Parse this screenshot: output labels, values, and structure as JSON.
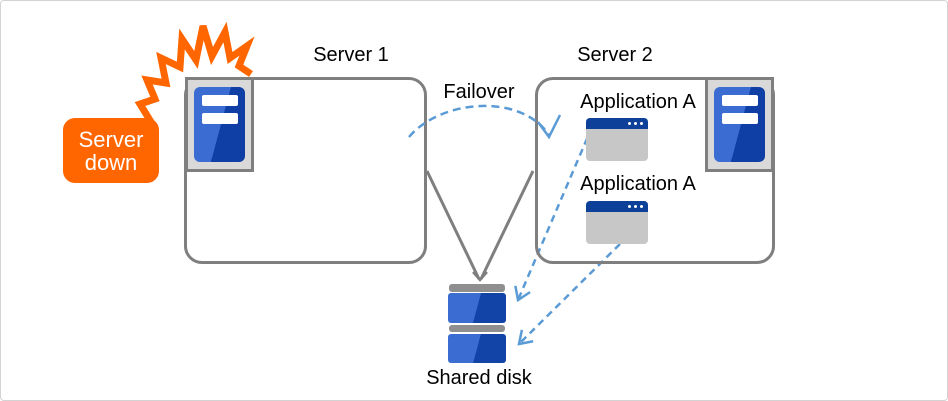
{
  "diagram": {
    "alert": {
      "label": "Server down"
    },
    "server1": {
      "title": "Server 1"
    },
    "server2": {
      "title": "Server 2"
    },
    "failover": {
      "label": "Failover"
    },
    "applications": [
      {
        "label": "Application A"
      },
      {
        "label": "Application A"
      }
    ],
    "shared_disk": {
      "label": "Shared disk"
    },
    "colors": {
      "alert_orange": "#FF6600",
      "connector_gray": "#7F7F7F",
      "dashed_arrow_blue": "#5B9BD5",
      "server_blue_light": "#3A6CD2",
      "server_blue_dark": "#0F3FA4",
      "window_titlebar_blue": "#0D4199",
      "window_body_gray": "#C7C7C7",
      "icon_frame_gray": "#D9D9D9"
    }
  }
}
